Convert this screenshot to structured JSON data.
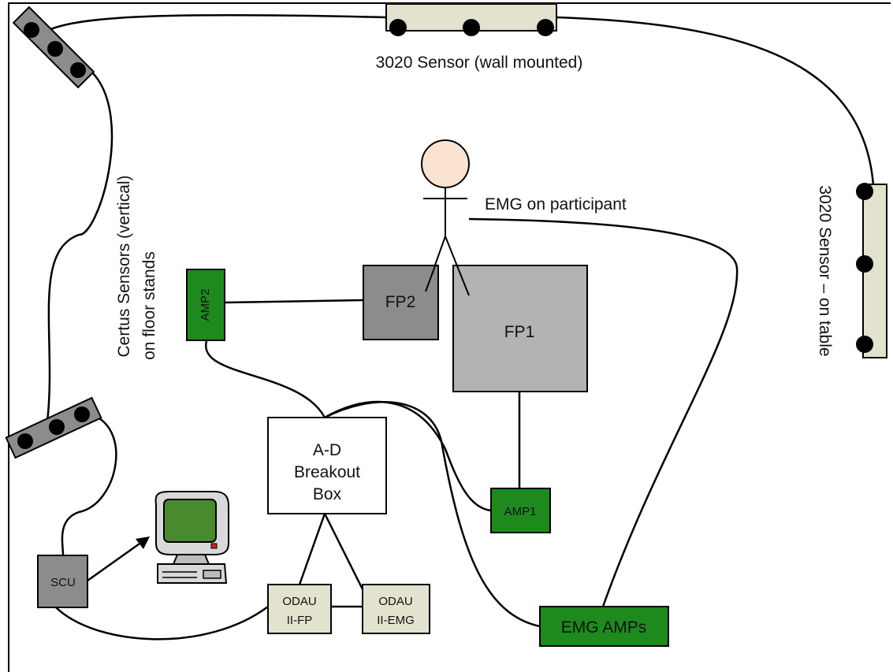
{
  "labels": {
    "wall_sensor": "3020 Sensor (wall mounted)",
    "table_sensor": "3020 Sensor – on table",
    "certus_line1": "Certus Sensors (vertical)",
    "certus_line2": "on floor stands",
    "emg_participant": "EMG on participant"
  },
  "boxes": {
    "amp2": "AMP2",
    "fp2": "FP2",
    "fp1": "FP1",
    "breakout_line1": "A-D",
    "breakout_line2": "Breakout",
    "breakout_line3": "Box",
    "amp1": "AMP1",
    "scu": "SCU",
    "odau_fp_line1": "ODAU",
    "odau_fp_line2": "II-FP",
    "odau_emg_line1": "ODAU",
    "odau_emg_line2": "II-EMG",
    "emg_amps": "EMG AMPs"
  },
  "colors": {
    "green": "#1e8a1e",
    "gray_dark": "#8c8c8c",
    "gray_light": "#b3b3b3",
    "beige": "#e3e2cf",
    "skin": "#fbe3d2",
    "screen": "#4a8a2e"
  }
}
